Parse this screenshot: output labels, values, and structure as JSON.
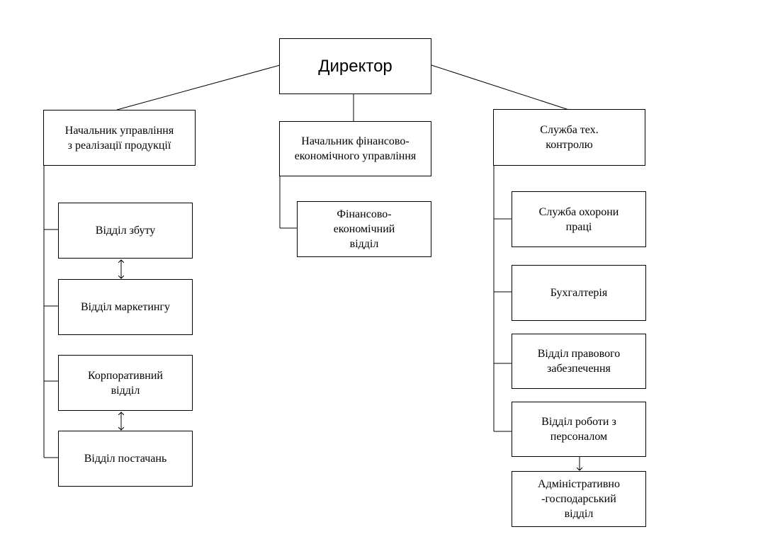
{
  "diagram": {
    "director": "Директор",
    "sales_head": "Начальник управління\n з реалізації продукції",
    "sales_dept": "Відділ збуту",
    "marketing_dept": "Відділ  маркетингу",
    "corporate_dept": "Корпоративний\nвідділ",
    "supply_dept": "Відділ постачань",
    "finance_head": "Начальник фінансово-\nекономічного управління",
    "finance_dept": "Фінансово-\nекономічний\nвідділ",
    "tech_control": "Служба тех.\nконтролю",
    "labor_safety": "Служба охорони\nпраці",
    "accounting": "Бухгалтерія",
    "legal_dept": "Відділ правового\nзабезпечення",
    "hr_dept": "Відділ роботи з\nперсоналом",
    "admin_dept": "Адміністративно\n-господарський\nвідділ"
  }
}
